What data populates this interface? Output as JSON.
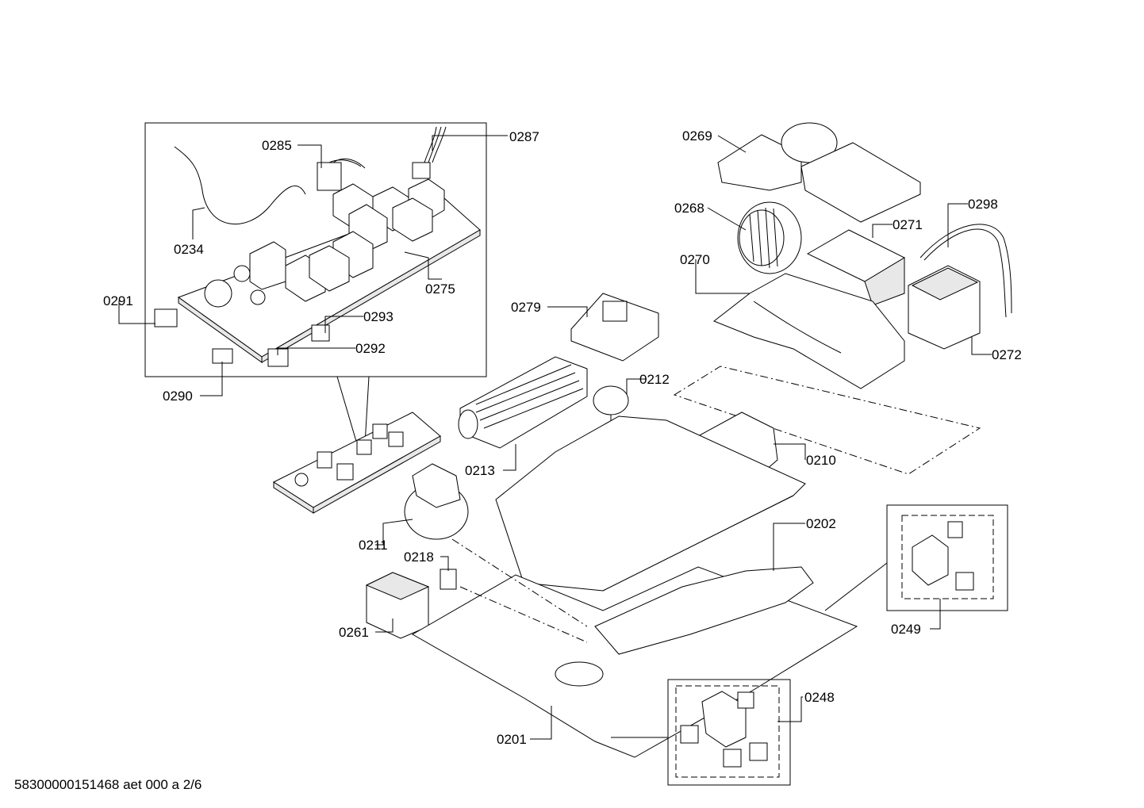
{
  "document_id": "58300000151468 aet 000 a 2/6",
  "labels": {
    "p0285": "0285",
    "p0287": "0287",
    "p0234": "0234",
    "p0275": "0275",
    "p0291": "0291",
    "p0293": "0293",
    "p0292": "0292",
    "p0290": "0290",
    "p0269": "0269",
    "p0268": "0268",
    "p0271": "0271",
    "p0298": "0298",
    "p0270": "0270",
    "p0272": "0272",
    "p0279": "0279",
    "p0212": "0212",
    "p0213": "0213",
    "p0210": "0210",
    "p0211": "0211",
    "p0202": "0202",
    "p0218": "0218",
    "p0261": "0261",
    "p0249": "0249",
    "p0248": "0248",
    "p0201": "0201"
  }
}
